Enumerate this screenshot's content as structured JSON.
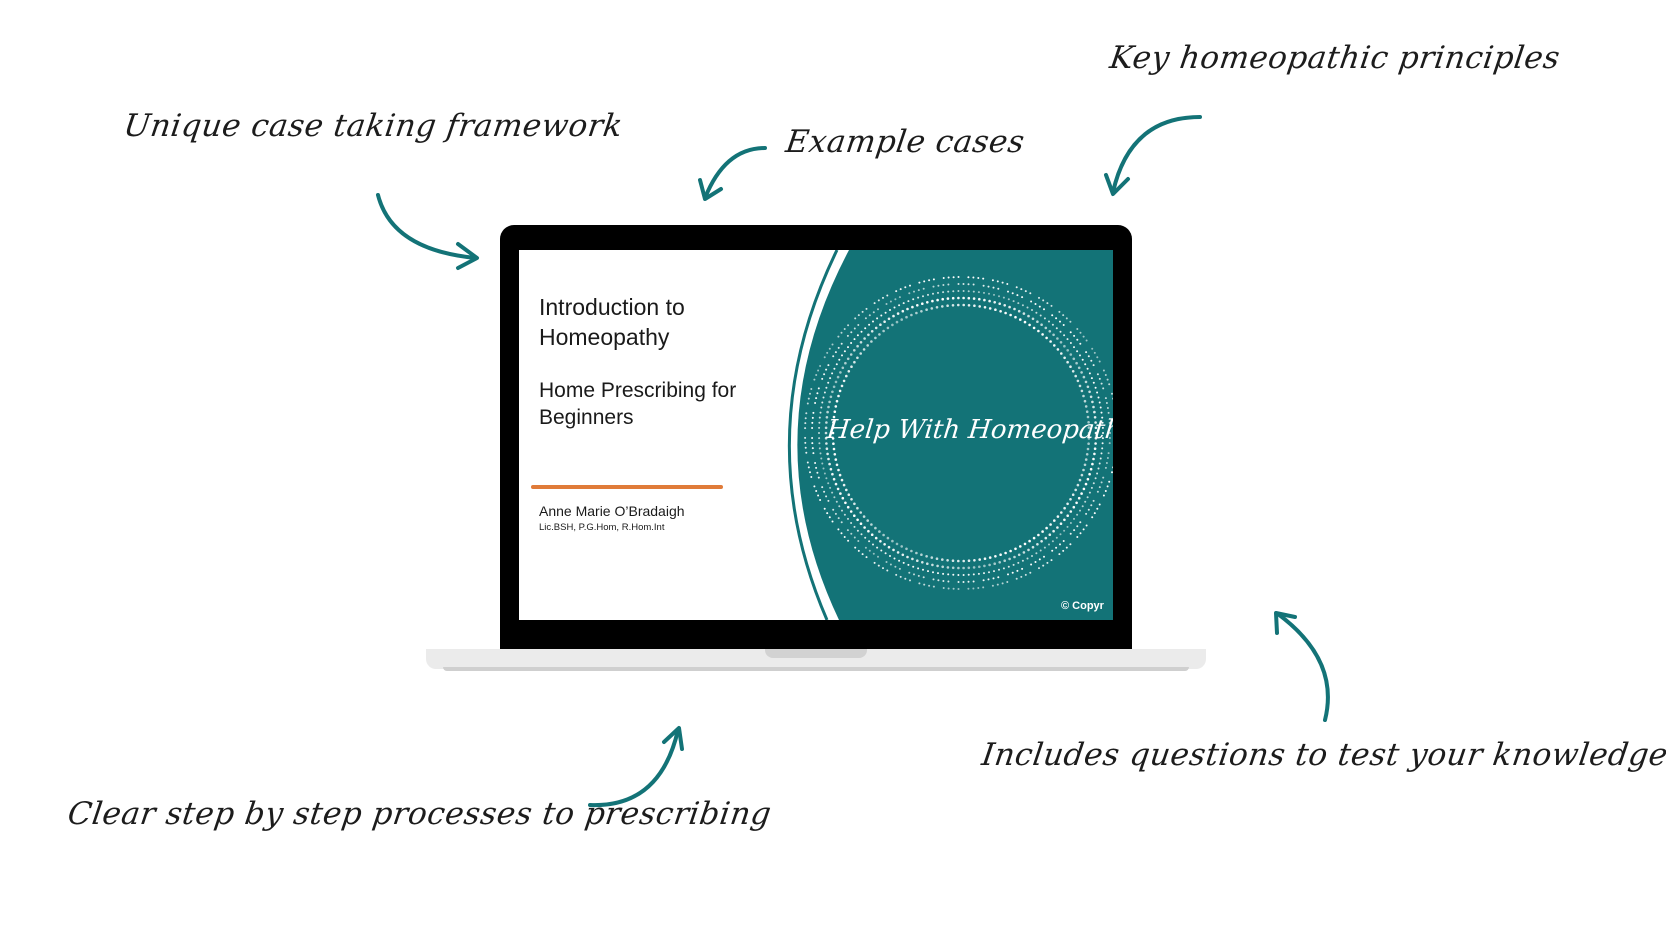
{
  "annotations": {
    "case_taking": "Unique case taking framework",
    "example_cases": "Example cases",
    "key_principles": "Key homeopathic principles",
    "step_by_step": "Clear step by step processes to prescribing",
    "questions": "Includes questions to test your knowledge"
  },
  "slide": {
    "title": "Introduction to Homeopathy",
    "subtitle": "Home Prescribing for Beginners",
    "author": "Anne Marie O’Bradaigh",
    "credentials": "Lic.BSH, P.G.Hom, R.Hom.Int",
    "brand": "Help With Homeopathy",
    "copyright": "© Copyr"
  },
  "colors": {
    "teal": "#137377",
    "accent_orange": "#e07b39",
    "annotation_text": "#1c1c1c"
  },
  "icons": {
    "arrows": "curved-arrow-icon"
  }
}
